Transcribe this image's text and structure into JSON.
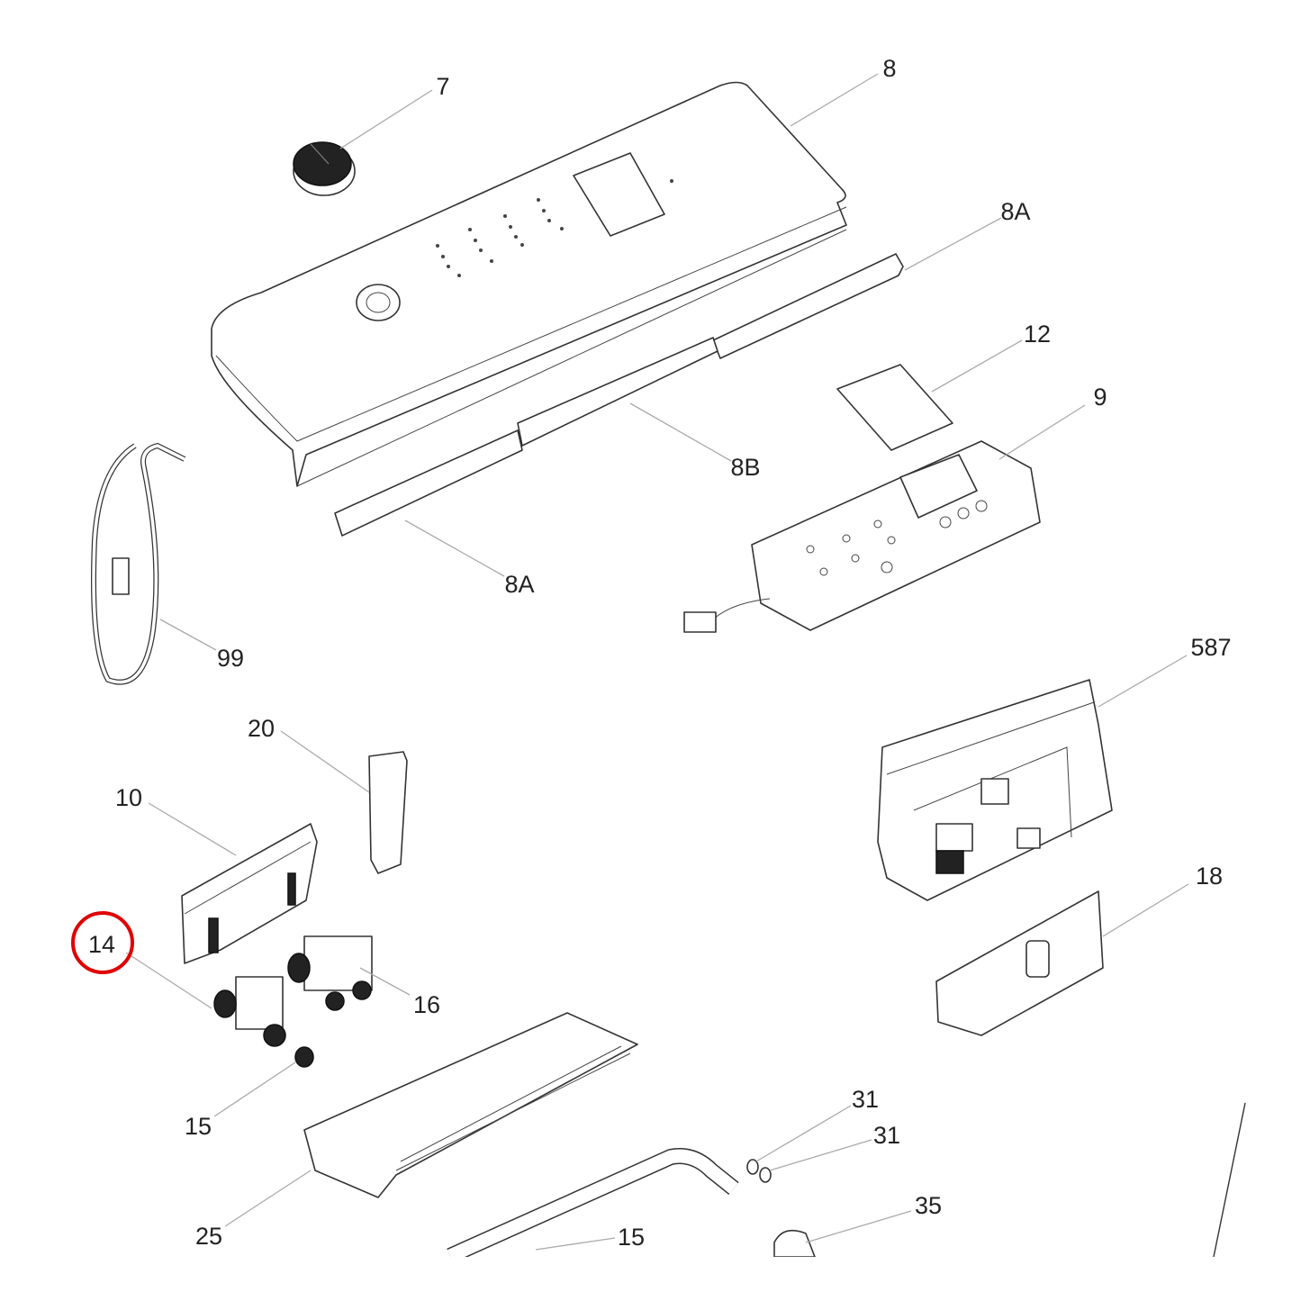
{
  "diagram": {
    "type": "exploded-parts-diagram",
    "highlight_color": "#e00000",
    "highlighted_part": "14",
    "callouts": [
      {
        "id": "c7",
        "label": "7"
      },
      {
        "id": "c8",
        "label": "8"
      },
      {
        "id": "c8a-top",
        "label": "8A"
      },
      {
        "id": "c12",
        "label": "12"
      },
      {
        "id": "c9",
        "label": "9"
      },
      {
        "id": "c8b",
        "label": "8B"
      },
      {
        "id": "c8a-bottom",
        "label": "8A"
      },
      {
        "id": "c99",
        "label": "99"
      },
      {
        "id": "c587",
        "label": "587"
      },
      {
        "id": "c20",
        "label": "20"
      },
      {
        "id": "c10",
        "label": "10"
      },
      {
        "id": "c18",
        "label": "18"
      },
      {
        "id": "c14",
        "label": "14"
      },
      {
        "id": "c16",
        "label": "16"
      },
      {
        "id": "c15-top",
        "label": "15"
      },
      {
        "id": "c31-a",
        "label": "31"
      },
      {
        "id": "c31-b",
        "label": "31"
      },
      {
        "id": "c25",
        "label": "25"
      },
      {
        "id": "c35",
        "label": "35"
      },
      {
        "id": "c15-bottom",
        "label": "15"
      }
    ]
  }
}
